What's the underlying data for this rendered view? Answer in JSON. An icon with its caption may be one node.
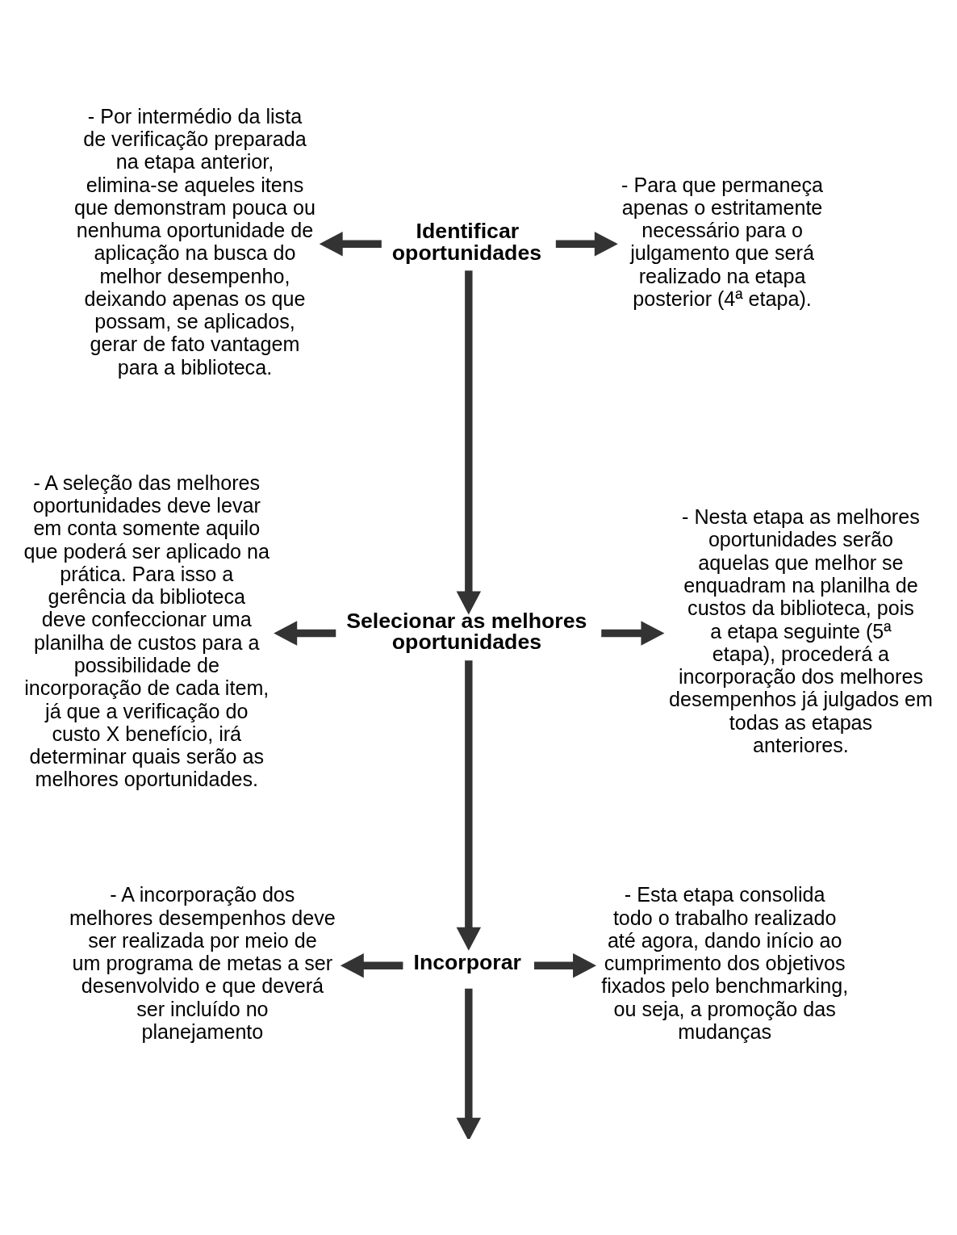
{
  "diagram": {
    "nodes": [
      {
        "text": [
          "Identificar oportunidades"
        ]
      },
      {
        "text": [
          "- Por intermédio da lista de verificação preparada na etapa anterior, elimina-se aqueles itens que demonstram pouca ou nenhuma oportunidade de aplicação na busca do melhor desempenho, deixando apenas os que possam, se aplicados, gerar de fato vantagem para a biblioteca."
        ]
      },
      {
        "text": [
          "- Para que permaneça apenas o estritamente necessário para o julgamento que será realizado na etapa posterior (4ª etapa)."
        ]
      },
      {
        "text": [
          "Selecionar as melhores oportunidades"
        ]
      },
      {
        "text": [
          "- A seleção das melhores oportunidades deve levar em conta somente aquilo que poderá ser aplicado na prática. Para isso a gerência da biblioteca deve confeccionar uma planilha de custos para a possibilidade de incorporação de cada item, já que a verificação do custo X benefício, irá determinar quais serão as melhores oportunidades."
        ]
      },
      {
        "text": [
          "- Nesta etapa as melhores oportunidades serão aquelas que melhor se enquadram na planilha de custos da biblioteca, pois a etapa seguinte (5ª etapa), procederá a incorporação dos melhores desempenhos já julgados em todas as etapas anteriores."
        ]
      },
      {
        "text": [
          "Incorporar"
        ]
      },
      {
        "text": [
          "- A incorporação dos melhores desempenhos deve ser realizada por meio de um programa de metas a ser desenvolvido e que deverá ser incluído no planejamento"
        ]
      },
      {
        "text": [
          "- Esta etapa consolida todo o trabalho realizado até agora, dando início ao cumprimento dos objetivos fixados pelo benchmarking, ou seja, a promoção das mudanças"
        ]
      }
    ],
    "edges": [
      {
        "from": 0,
        "to": 1,
        "arrow": "to"
      },
      {
        "from": 0,
        "to": 2,
        "arrow": "to"
      },
      {
        "from": 0,
        "to": 3,
        "arrow": "to"
      },
      {
        "from": 3,
        "to": 4,
        "arrow": "to"
      },
      {
        "from": 3,
        "to": 5,
        "arrow": "to"
      },
      {
        "from": 3,
        "to": 6,
        "arrow": "to"
      },
      {
        "from": 6,
        "to": 7,
        "arrow": "to"
      },
      {
        "from": 6,
        "to": 8,
        "arrow": "to"
      },
      {
        "from": 6,
        "to": null,
        "arrow": "to"
      }
    ]
  }
}
